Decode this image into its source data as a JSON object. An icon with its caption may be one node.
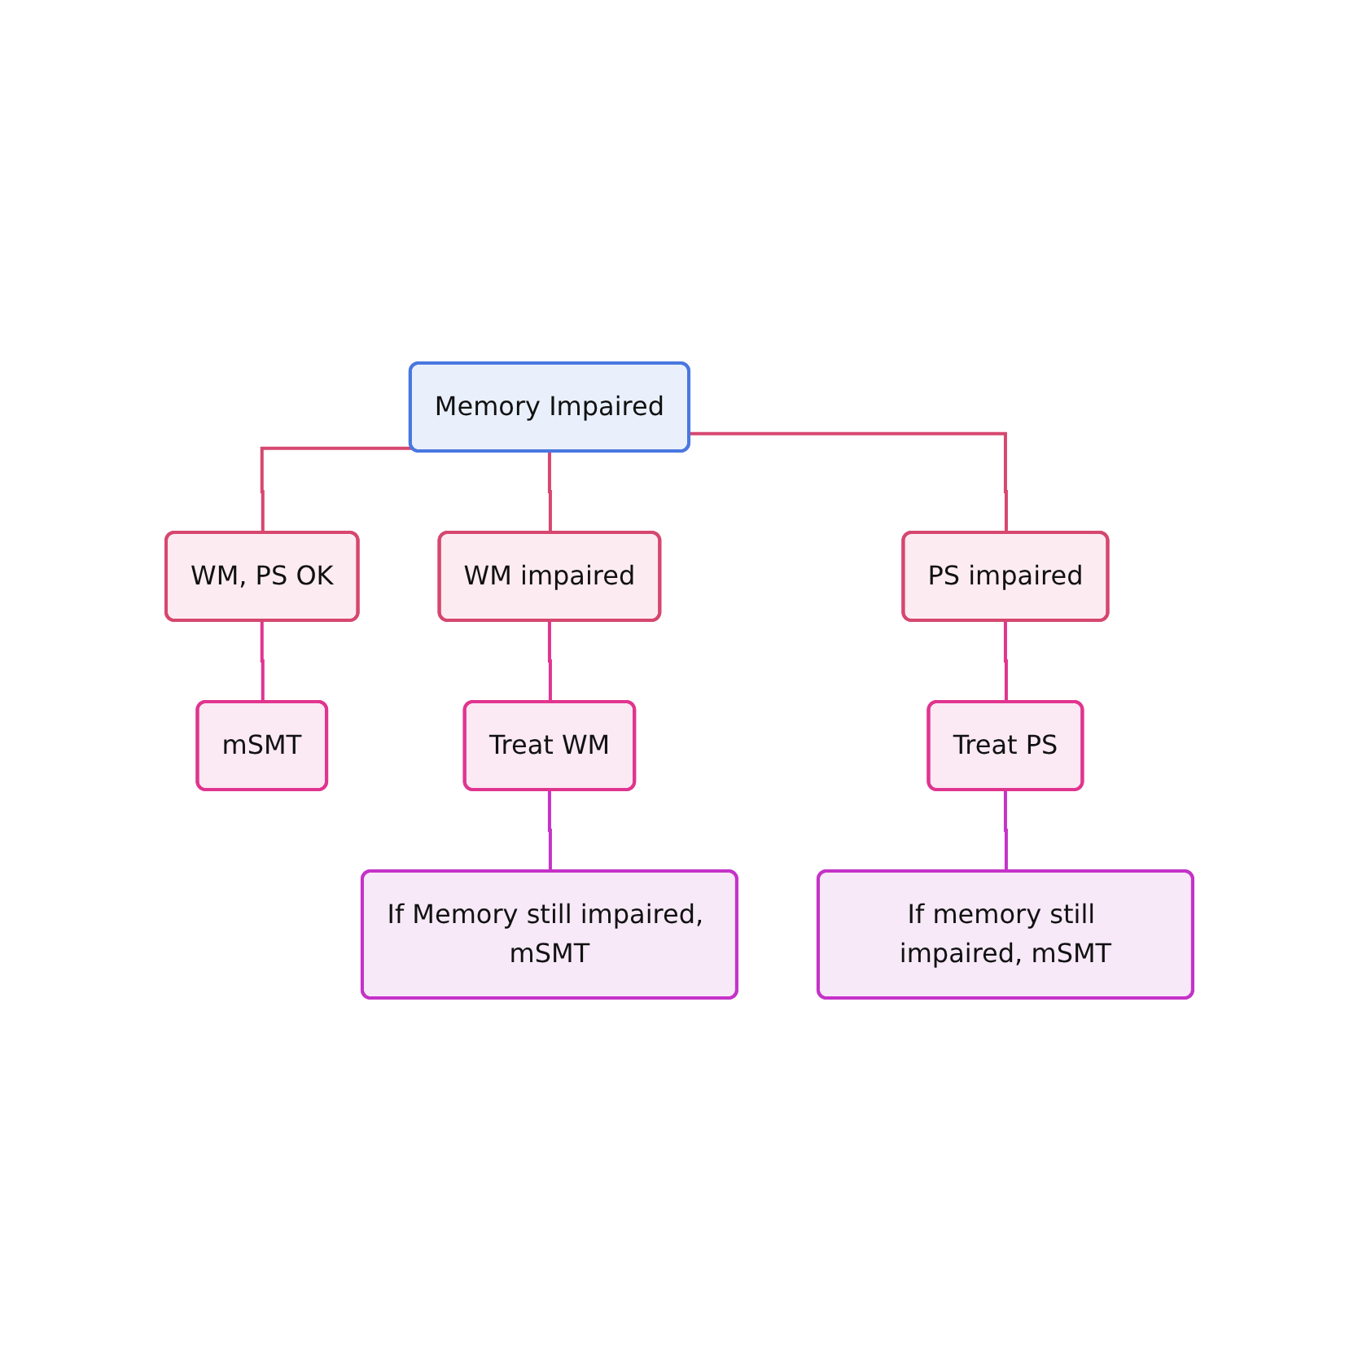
{
  "diagram": {
    "nodes": [
      {
        "text": [
          "Memory Impaired"
        ]
      },
      {
        "text": [
          "WM, PS OK"
        ]
      },
      {
        "text": [
          "WM impaired"
        ]
      },
      {
        "text": [
          "PS impaired"
        ]
      },
      {
        "text": [
          "mSMT"
        ]
      },
      {
        "text": [
          "Treat WM"
        ]
      },
      {
        "text": [
          "Treat PS"
        ]
      },
      {
        "text": [
          "If Memory still impaired, mSMT"
        ]
      },
      {
        "text": [
          "If memory still impaired, mSMT"
        ]
      }
    ],
    "edges": [
      {
        "from": 0,
        "to": 1,
        "arrow": "none",
        "color": "#d6476f"
      },
      {
        "from": 0,
        "to": 2,
        "arrow": "none",
        "color": "#d6476f"
      },
      {
        "from": 0,
        "to": 3,
        "arrow": "none",
        "color": "#d6476f"
      },
      {
        "from": 1,
        "to": 4,
        "arrow": "none",
        "color": "#e0358f"
      },
      {
        "from": 2,
        "to": 5,
        "arrow": "none",
        "color": "#e0358f"
      },
      {
        "from": 3,
        "to": 6,
        "arrow": "none",
        "color": "#e0358f"
      },
      {
        "from": 5,
        "to": 7,
        "arrow": "none",
        "color": "#c533c8"
      },
      {
        "from": 6,
        "to": 8,
        "arrow": "none",
        "color": "#c533c8"
      }
    ]
  }
}
